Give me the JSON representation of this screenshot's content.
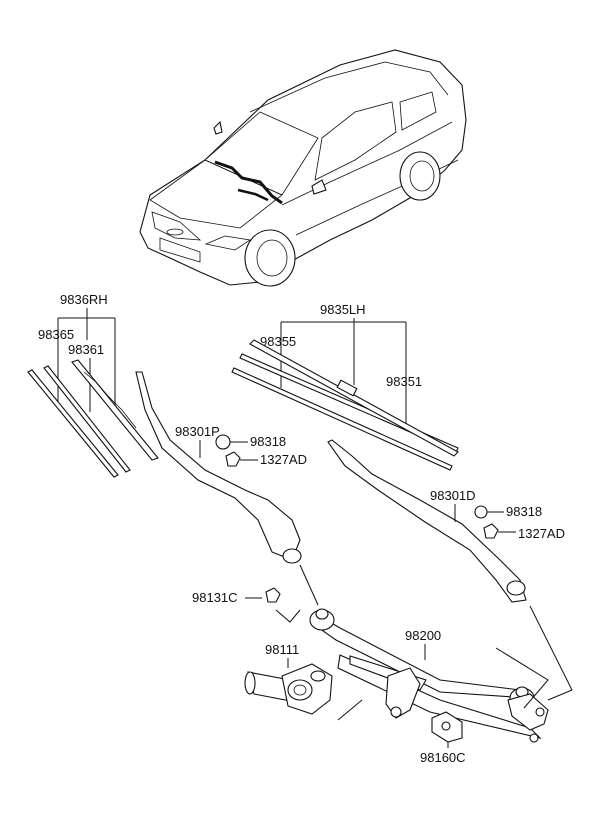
{
  "labels": {
    "rh_blade_assy": "9836RH",
    "rh_refill": "98365",
    "rh_blade": "98361",
    "lh_blade_assy": "9835LH",
    "lh_refill": "98355",
    "lh_blade": "98351",
    "rh_arm": "98301P",
    "rh_cap": "98318",
    "rh_nut": "1327AD",
    "lh_arm": "98301D",
    "lh_cap": "98318",
    "lh_nut": "1327AD",
    "pivot_cap": "98131C",
    "motor": "98111",
    "linkage": "98200",
    "bracket": "98160C"
  }
}
